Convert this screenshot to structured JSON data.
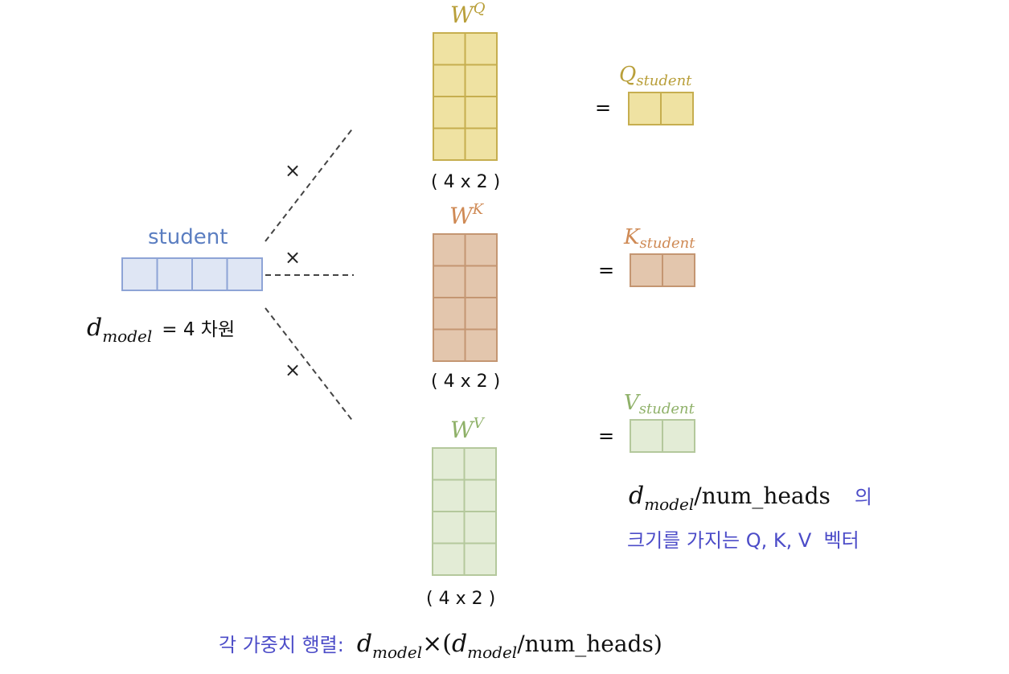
{
  "colors": {
    "query_fill": "#efe2a2",
    "query_stroke": "#c6ae4f",
    "query_text": "#b99f3a",
    "key_fill": "#e3c6ad",
    "key_stroke": "#c49672",
    "key_text": "#cf8a55",
    "value_fill": "#e3ecd6",
    "value_stroke": "#b4c89c",
    "value_text": "#8fb169",
    "student_fill": "#dfe6f4",
    "student_stroke": "#8ea4d6",
    "student_text": "#5b7ec1",
    "note_text": "#4c4cc8",
    "text": "#111111",
    "dash": "#444444"
  },
  "input": {
    "word": "student",
    "dim_symbol": "d",
    "dim_subscript": "model",
    "dim_text": "= 4 차원",
    "cells": 4
  },
  "multiply_sign": "×",
  "weights": [
    {
      "name": "query",
      "symbol": "W",
      "superscript": "Q",
      "shape_label": "( 4 x 2 )",
      "rows": 4,
      "cols": 2
    },
    {
      "name": "key",
      "symbol": "W",
      "superscript": "K",
      "shape_label": "( 4 x 2 )",
      "rows": 4,
      "cols": 2
    },
    {
      "name": "value",
      "symbol": "W",
      "superscript": "V",
      "shape_label": "( 4 x 2 )",
      "rows": 4,
      "cols": 2
    }
  ],
  "outputs": [
    {
      "name": "query",
      "symbol": "Q",
      "subscript": "student",
      "equals": "=",
      "cells": 2
    },
    {
      "name": "key",
      "symbol": "K",
      "subscript": "student",
      "equals": "=",
      "cells": 2
    },
    {
      "name": "value",
      "symbol": "V",
      "subscript": "student",
      "equals": "=",
      "cells": 2
    }
  ],
  "output_note": {
    "formula_symbol": "d",
    "formula_subscript": "model",
    "formula_rest": "/num_heads",
    "suffix": "의",
    "line2": "크기를 가지는 Q, K, V  벡터"
  },
  "weight_note": {
    "prefix": "각 가중치 행렬:",
    "d1": "d",
    "sub1": "model",
    "times": "×(",
    "d2": "d",
    "sub2": "model",
    "rest": "/num_heads)"
  }
}
